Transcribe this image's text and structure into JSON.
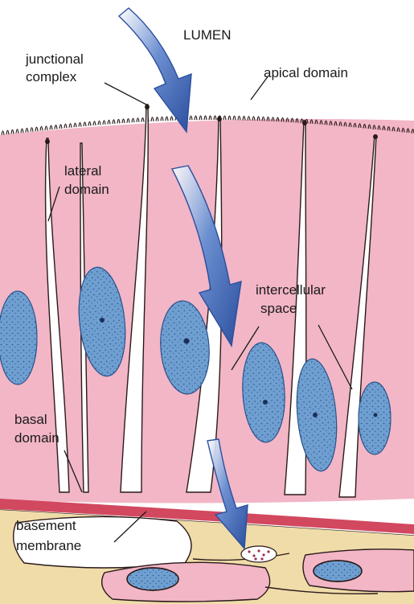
{
  "figure": {
    "colors": {
      "cytoplasm": "#f2b6c6",
      "lumen_bg": "#ffffff",
      "nucleus": "#6f9fd0",
      "nucleus_stipple": "#27508a",
      "arrow": "#3a62b0",
      "membrane_line": "#2a1a1a",
      "basement_membrane": "#d2485f",
      "connective_tissue": "#f0dca8",
      "label": "#1a1a1a"
    },
    "labels": {
      "lumen": "LUMEN",
      "junctional_complex_line1": "junctional",
      "junctional_complex_line2": "complex",
      "apical_domain": "apical domain",
      "lateral_domain_line1": "lateral",
      "lateral_domain_line2": "domain",
      "intercellular_space_line1": "intercellular",
      "intercellular_space_line2": "space",
      "basal_domain_line1": "basal",
      "basal_domain_line2": "domain",
      "basement_membrane_line1": "basement",
      "basement_membrane_line2": "membrane"
    }
  }
}
